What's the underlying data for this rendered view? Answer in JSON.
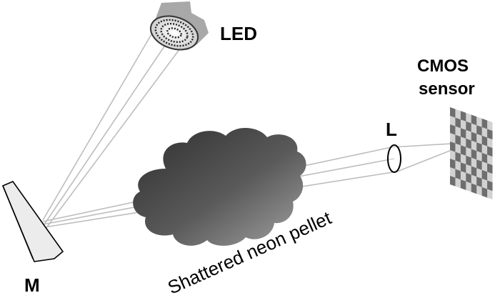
{
  "labels": {
    "led": "LED",
    "cmos_line1": "CMOS",
    "cmos_line2": "sensor",
    "lens": "L",
    "mirror": "M",
    "pellet": "Shattered neon pellet"
  },
  "colors": {
    "rays": "#bdbdbd",
    "cloud_dark": "#3c3c3c",
    "cloud_light": "#9a9a9a",
    "sensor_dark": "#6e6e6e",
    "sensor_light": "#d2d2d2",
    "led_housing": "#a8a8a8",
    "mirror_face": "#ececec"
  }
}
